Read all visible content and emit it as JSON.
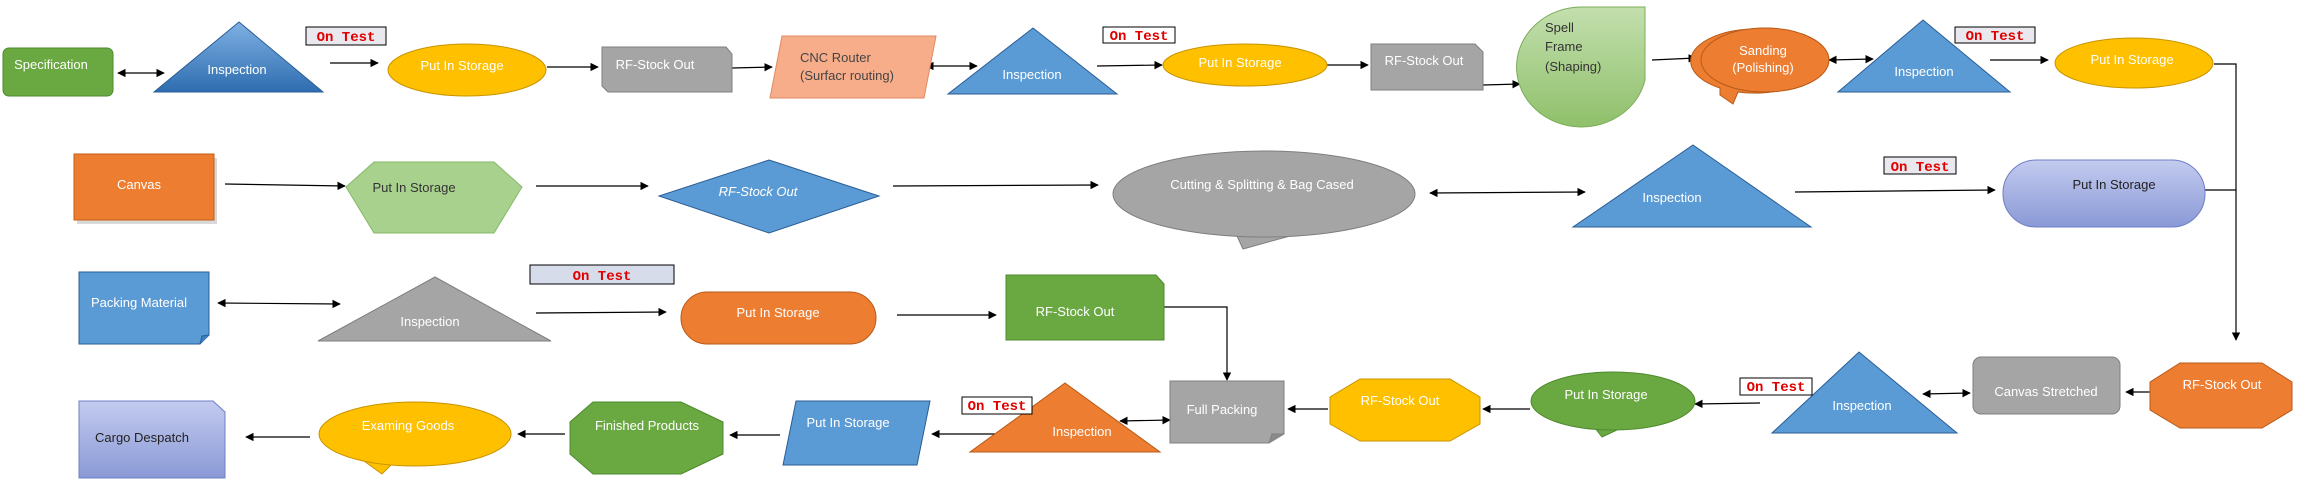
{
  "diagram": {
    "colors": {
      "green": "#6aa842",
      "blue": "#5b9bd5",
      "blue_dark": "#3e7cbd",
      "yellow": "#ffc000",
      "gray": "#a5a5a5",
      "salmon": "#f8ad8a",
      "orange": "#ed7d31",
      "light_green": "#a9d18e",
      "lavender": "#a9b4e4",
      "on_test_red": "#e00000"
    },
    "on_test_label": "On Test",
    "row1": {
      "specification": "Specification",
      "inspection_1": "Inspection",
      "put_in_storage_1": "Put In Storage",
      "rf_stock_out_1": "RF-Stock Out",
      "cnc_router_line1": "CNC Router",
      "cnc_router_line2": "(Surfacr routing)",
      "inspection_2": "Inspection",
      "put_in_storage_2": "Put In Storage",
      "rf_stock_out_2": "RF-Stock Out",
      "spell_frame_line1": "Spell",
      "spell_frame_line2": "Frame",
      "spell_frame_line3": "(Shaping)",
      "sanding_line1": "Sanding",
      "sanding_line2": "(Polishing)",
      "inspection_3": "Inspection",
      "put_in_storage_3": "Put In Storage"
    },
    "row2": {
      "canvas": "Canvas",
      "put_in_storage": "Put In Storage",
      "rf_stock_out": "RF-Stock Out",
      "cutting": "Cutting & Splitting & Bag Cased",
      "inspection": "Inspection",
      "put_in_storage_2": "Put In Storage"
    },
    "row3": {
      "packing_material": "Packing Material",
      "inspection": "Inspection",
      "put_in_storage": "Put In Storage",
      "rf_stock_out": "RF-Stock Out"
    },
    "row4": {
      "rf_stock_out_right": "RF-Stock Out",
      "canvas_stretched": "Canvas Stretched",
      "inspection_right": "Inspection",
      "put_in_storage_right": "Put In Storage",
      "rf_stock_out_mid": "RF-Stock Out",
      "full_packing": "Full  Packing"
    },
    "row5": {
      "inspection": "Inspection",
      "put_in_storage": "Put In Storage",
      "finished_products": "Finished  Products",
      "examing_goods": "Examing Goods",
      "cargo_despatch": "Cargo  Despatch"
    }
  }
}
